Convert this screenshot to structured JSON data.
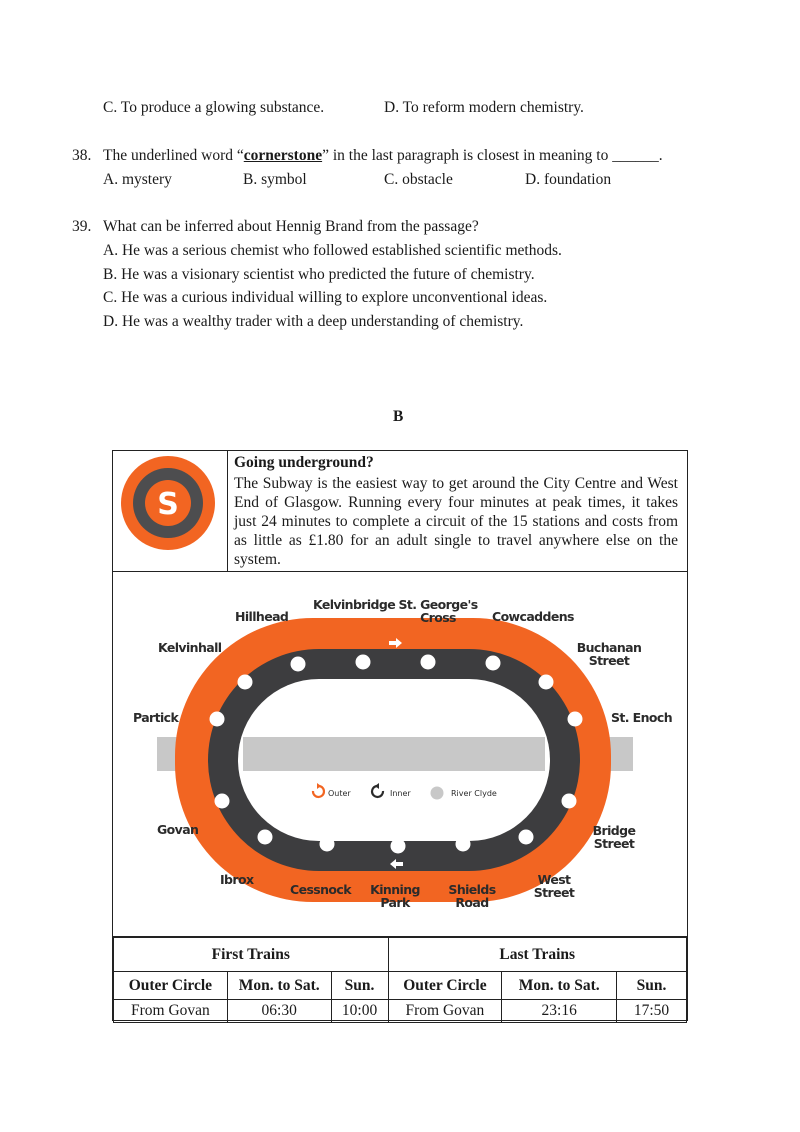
{
  "question_37": {
    "option_c": "C. To produce a glowing substance.",
    "option_d": "D. To reform modern chemistry."
  },
  "question_38": {
    "number": "38.",
    "stem_before": "The underlined word “",
    "stem_word": "cornerstone",
    "stem_after": "” in the last paragraph is closest in meaning to ______.",
    "option_a": "A. mystery",
    "option_b": "B. symbol",
    "option_c": "C. obstacle",
    "option_d": "D. foundation"
  },
  "question_39": {
    "number": "39.",
    "stem": "What can be inferred about Hennig Brand from the passage?",
    "option_a": "A. He was a serious chemist who followed established scientific methods.",
    "option_b": "B. He was a visionary scientist who predicted the future of chemistry.",
    "option_c": "C. He was a curious individual willing to explore unconventional ideas.",
    "option_d": "D. He was a wealthy trader with a deep understanding of chemistry."
  },
  "section_heading": "B",
  "intro": {
    "logo_letter": "S",
    "title": "Going underground?",
    "body": "The Subway is the easiest way to get around the City Centre and West End of Glasgow. Running every four minutes at peak times, it takes just 24 minutes to complete a circuit of the 15 stations and costs from as little as £1.80 for an adult single to travel anywhere else on the system."
  },
  "map": {
    "stations": {
      "hillhead": "Hillhead",
      "kelvinbridge": "Kelvinbridge",
      "st_georges_1": "St. George's",
      "st_georges_2": "Cross",
      "cowcaddens": "Cowcaddens",
      "kelvinhall": "Kelvinhall",
      "buchanan_1": "Buchanan",
      "buchanan_2": "Street",
      "partick": "Partick",
      "st_enoch": "St. Enoch",
      "govan": "Govan",
      "bridge_1": "Bridge",
      "bridge_2": "Street",
      "ibrox": "Ibrox",
      "cessnock": "Cessnock",
      "kinning_1": "Kinning",
      "kinning_2": "Park",
      "shields_1": "Shields",
      "shields_2": "Road",
      "west_1": "West",
      "west_2": "Street"
    },
    "legend": {
      "outer": "Outer",
      "inner": "Inner",
      "river": "River Clyde"
    },
    "colors": {
      "outer_line": "#f26522",
      "inner_line": "#3d3d3f",
      "river": "#c8c8c8"
    }
  },
  "timetable": {
    "first_trains": "First Trains",
    "last_trains": "Last Trains",
    "col_circle": "Outer Circle",
    "col_mon_sat": "Mon. to Sat.",
    "col_sun": "Sun.",
    "row_from": "From Govan",
    "first_mon_sat": "06:30",
    "first_sun": "10:00",
    "last_mon_sat": "23:16",
    "last_sun": "17:50"
  }
}
